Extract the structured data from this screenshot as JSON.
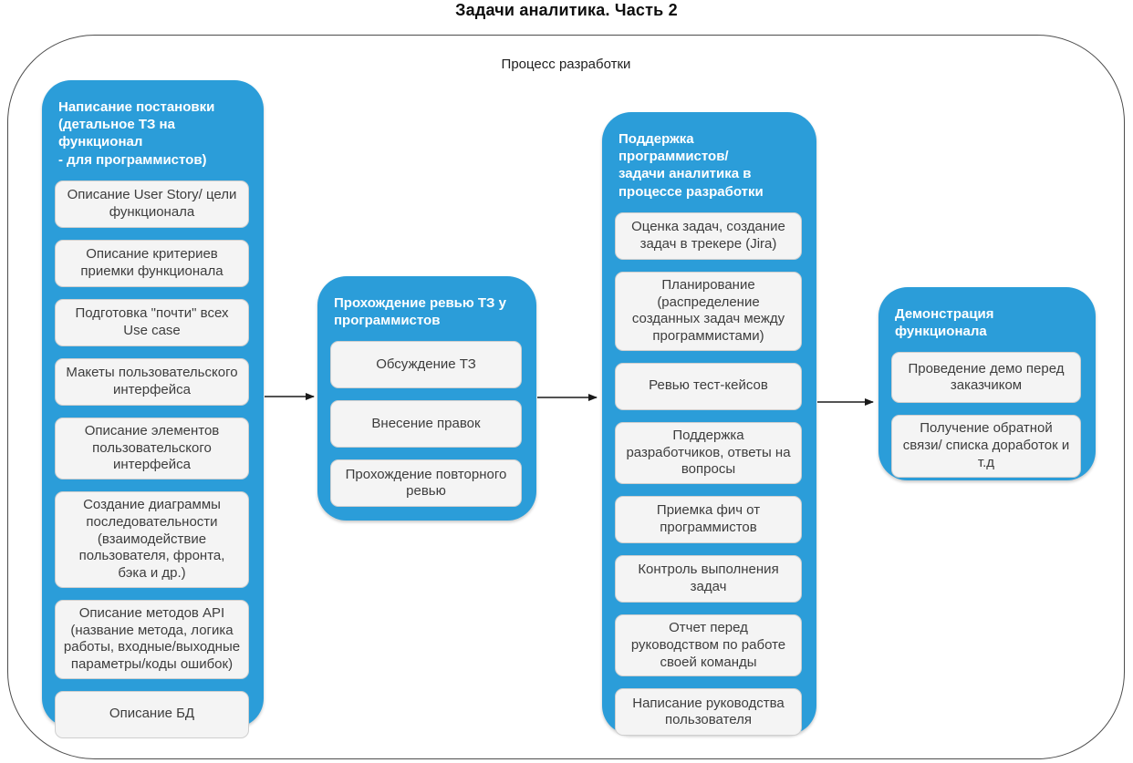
{
  "page": {
    "title": "Задачи аналитика. Часть 2"
  },
  "process": {
    "label": "Процесс разработки"
  },
  "colors": {
    "blue": "#2B9DD9",
    "card_bg": "#F4F4F4",
    "card_border": "#CFCFCF",
    "card_text": "#3D3D3D",
    "outline": "#4D4D4D",
    "arrow": "#1A1A1A"
  },
  "columns": [
    {
      "title": "Написание постановки\n(детальное ТЗ на функционал\n- для программистов)",
      "cards": [
        "Описание User Story/ цели функционала",
        "Описание критериев приемки функционала",
        "Подготовка \"почти\" всех Use case",
        "Макеты пользовательского интерфейса",
        "Описание элементов пользовательского интерфейса",
        "Создание диаграммы последовательности (взаимодействие пользователя, фронта, бэка и др.)",
        "Описание методов API (название метода, логика работы, входные/выходные параметры/коды ошибок)",
        "Описание БД"
      ]
    },
    {
      "title": "Прохождение ревью ТЗ у\nпрограммистов",
      "cards": [
        "Обсуждение ТЗ",
        "Внесение правок",
        "Прохождение повторного ревью"
      ]
    },
    {
      "title": "Поддержка программистов/\nзадачи аналитика в\nпроцессе разработки",
      "cards": [
        "Оценка задач, создание задач в трекере (Jira)",
        "Планирование (распределение созданных задач между программистами)",
        "Ревью тест-кейсов",
        "Поддержка разработчиков, ответы на вопросы",
        "Приемка фич от программистов",
        "Контроль выполнения задач",
        "Отчет перед руководством по работе своей команды",
        "Написание руководства пользователя"
      ]
    },
    {
      "title": "Демонстрация функционала",
      "cards": [
        "Проведение демо перед заказчиком",
        "Получение обратной связи/ списка доработок и т.д"
      ]
    }
  ]
}
